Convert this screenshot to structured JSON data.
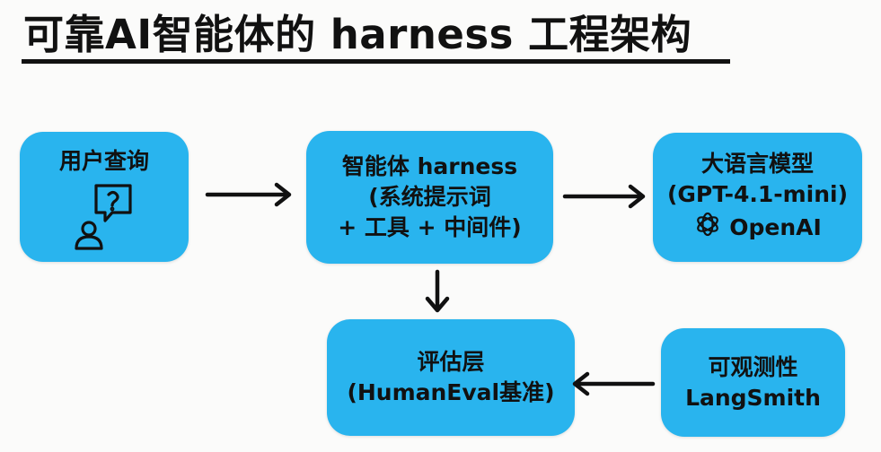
{
  "title": "可靠AI智能体的 harness 工程架构",
  "boxes": {
    "user_query": {
      "line1": "用户查询",
      "icon": "user-question-icon"
    },
    "harness": {
      "line1": "智能体 harness",
      "line2": "(系统提示词",
      "line3": "+ 工具 + 中间件)"
    },
    "llm": {
      "line1": "大语言模型",
      "line2": "(GPT-4.1-mini)",
      "provider": "OpenAI",
      "icon": "openai-logo-icon"
    },
    "eval": {
      "line1": "评估层",
      "line2": "(HumanEval基准)"
    },
    "observability": {
      "line1": "可观测性",
      "line2": "LangSmith"
    }
  },
  "colors": {
    "box": "#29b4ee",
    "text": "#111111",
    "arrow": "#111111",
    "background": "#fbfbfa"
  }
}
